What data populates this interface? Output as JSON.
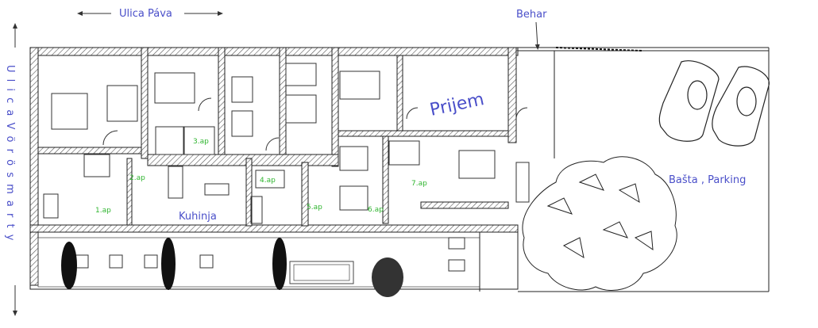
{
  "labels": {
    "street_top": "Ulica Páva",
    "street_left": "U l i c a  V ö r ö s m a r t y",
    "behar": "Behar",
    "prijem": "Prijem",
    "kuhinja": "Kuhinja",
    "basta": "Bašta , Parking"
  },
  "apartments": [
    "1.ap",
    "2.ap",
    "3.ap",
    "4.ap",
    "5.ap",
    "6.ap",
    "7.ap"
  ],
  "colors": {
    "label_blue": "#4a4fc9",
    "apt_green": "#2fb52f",
    "wall_hatch": "#555555",
    "line": "#222222"
  }
}
